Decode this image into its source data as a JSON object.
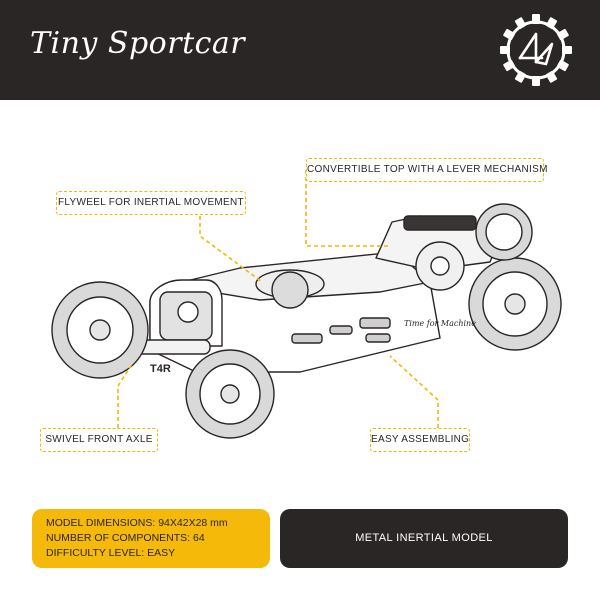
{
  "header": {
    "title": "Tiny Sportcar",
    "logo_icon": "gear-logo-icon",
    "background": "#2b2626"
  },
  "callouts": {
    "convertible_top": "CONVERTIBLE TOP WITH A LEVER MECHANISM",
    "flywheel": "FLYWEEL FOR INERTIAL MOVEMENT",
    "swivel_axle": "SWIVEL FRONT AXLE",
    "easy_assembling": "EASY ASSEMBLING",
    "border_color": "#f2b705"
  },
  "car": {
    "plate": "T4R",
    "signature": "Time for Machine",
    "image_icon": "metal-sportcar-model-illustration"
  },
  "specs": {
    "dimensions": "MODEL DIMENSIONS: 94X42X28 mm",
    "components": "NUMBER OF COMPONENTS: 64",
    "difficulty": "DIFFICULTY LEVEL: EASY",
    "background": "#f5b90a"
  },
  "badge": {
    "label": "METAL INERTIAL MODEL"
  }
}
